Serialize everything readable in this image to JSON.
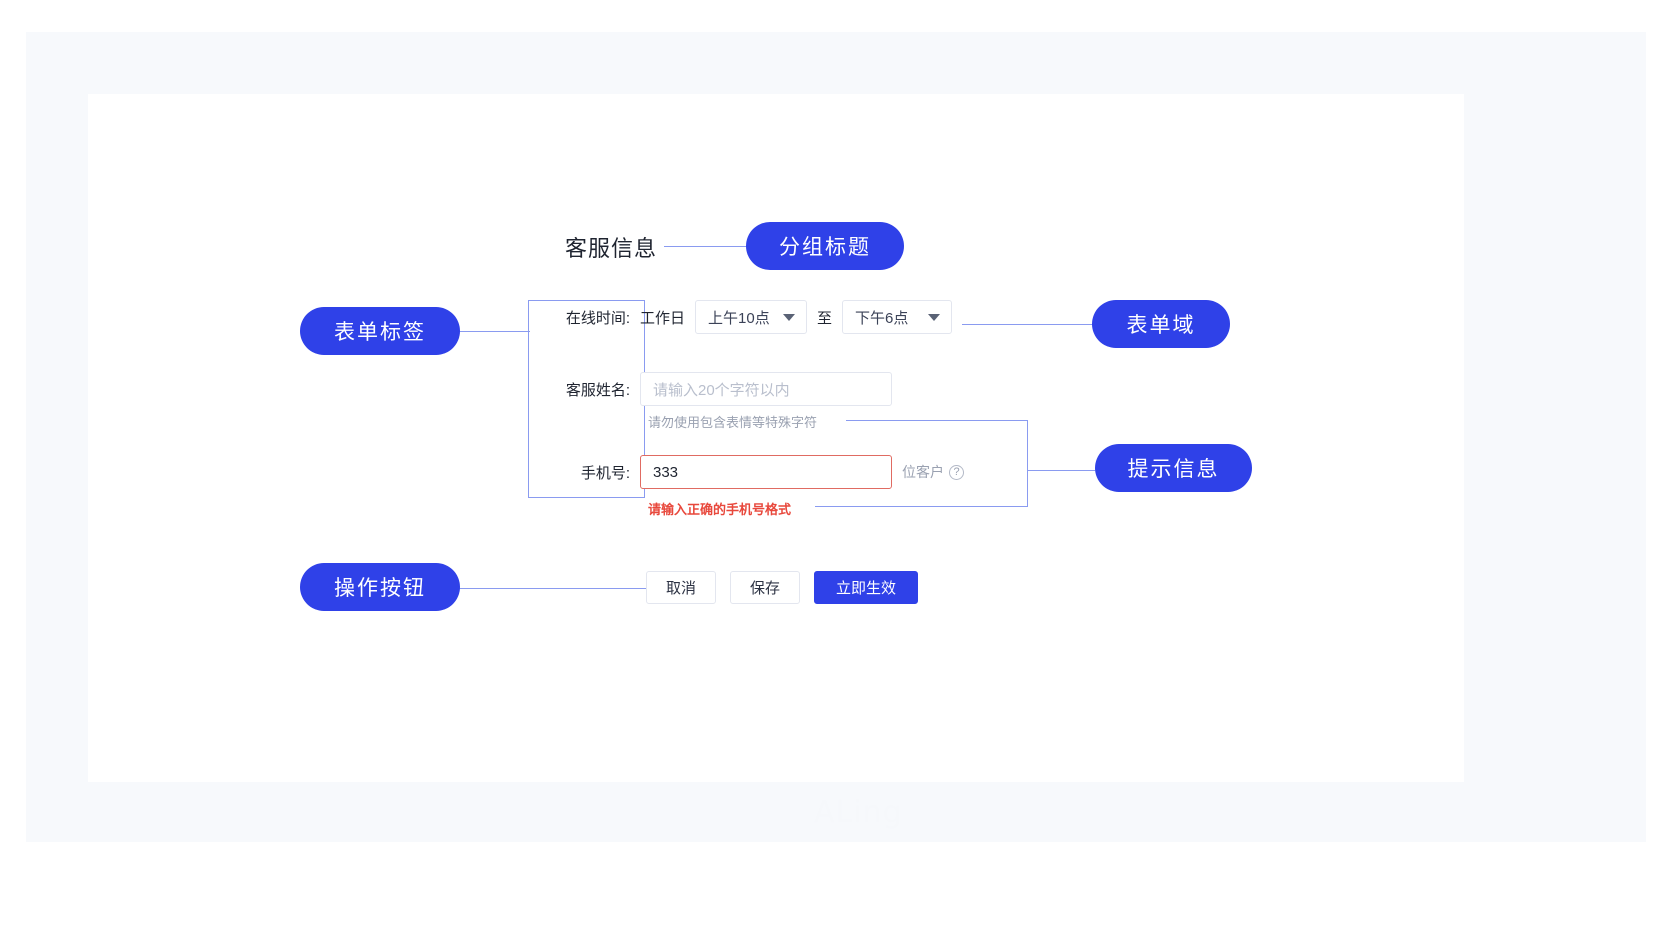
{
  "group": {
    "title": "客服信息"
  },
  "form": {
    "rows": [
      {
        "label": "在线时间:",
        "static_text": "工作日",
        "start_time": "上午10点",
        "separator": "至",
        "end_time": "下午6点"
      },
      {
        "label": "客服姓名:",
        "placeholder": "请输入20个字符以内",
        "hint": "请勿使用包含表情等特殊字符"
      },
      {
        "label": "手机号:",
        "value": "333",
        "suffix": "位客户",
        "help_icon": "question-mark-icon",
        "error": "请输入正确的手机号格式"
      }
    ]
  },
  "actions": {
    "cancel_label": "取消",
    "save_label": "保存",
    "apply_label": "立即生效"
  },
  "annotations": {
    "group_title": "分组标题",
    "form_label": "表单标签",
    "form_field": "表单域",
    "hint_info": "提示信息",
    "action_buttons": "操作按钮"
  },
  "watermark": {
    "text": "ALing"
  },
  "colors": {
    "accent": "#2f41e8",
    "line": "#8a9bf0",
    "error": "#e8483c",
    "error_border": "#e06b62",
    "placeholder": "#b9bfcd",
    "page_band": "#f7f9fc"
  }
}
